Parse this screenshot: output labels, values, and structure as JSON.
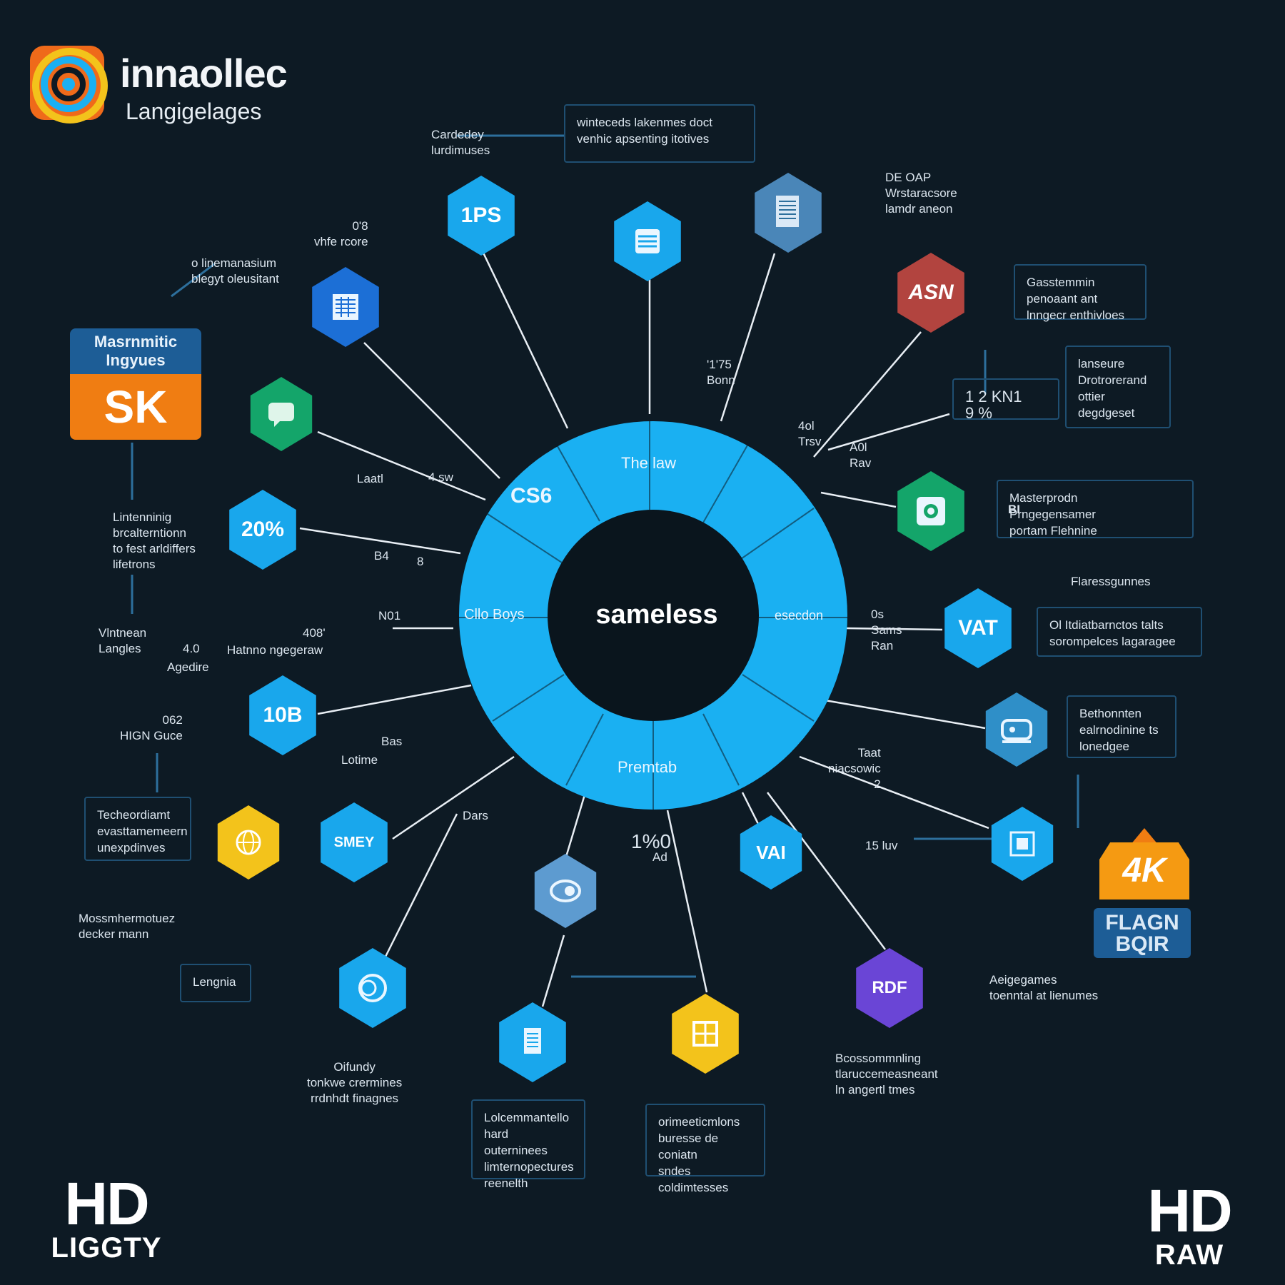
{
  "header": {
    "brand": "innaollec",
    "subtitle": "Langigelages"
  },
  "center": {
    "title": "sameless",
    "segments": [
      "CS6",
      "The law",
      "Cllo Boys",
      "esecdon",
      "Premtab"
    ]
  },
  "top_box": {
    "lead": "Cardedey\nlurdimuses",
    "text": "winteceds lakenmes doct\nvenhic apsenting itotives"
  },
  "nodes": {
    "ips": "1PS",
    "pct": "20%",
    "ten_b": "10B",
    "smeo": "SMEY",
    "vat": "VAT",
    "vai": "VAI",
    "asn": "ASN",
    "rdf": "RDF"
  },
  "labels": {
    "tl1": "0'8\nvhfe rcore",
    "tl2": "o linemanasium\nblegyt oleusitant",
    "l1": "Laatl",
    "l2": "4 sw",
    "l3": "B4",
    "l4": "8",
    "l5": "N01",
    "l6": "408'",
    "l7": "Hatnno ngegeraw",
    "l8": "Vlntnean\nLangles",
    "l9": "4.0",
    "l10": "Agedire",
    "l11": "062\nHIGN Guce",
    "l12": "Lotime",
    "l13": "Bas",
    "l14": "Dars",
    "l15": "1%0",
    "l16": "Ad",
    "l17": "'1'75\nBonn",
    "l18": "4ol\nTrsv",
    "l19": "A0l\nRav",
    "l20": "0s\nSams\nRan",
    "l21": "Taat\nniacsowic\n2",
    "l22": "15 luv",
    "l23": "DE OAP\nWrstaracsore\nlamdr aneon",
    "r_stats": "1  2  KN1\n9  %",
    "left_mid": "Lintenninig\nbrcalterntionn\nto fest arldiffers\nlifetrons",
    "left_tech": "Techeordiamt\nevasttamemeern\nunexpdinves",
    "left_mass": "Mossmhermotuez\ndecker mann",
    "left_lang": "Lengnia",
    "bottom_left": "Oifundy\ntonkwe crermines\nrrdnhdt finagnes",
    "bottom_mid1": "Lolcemmantello\nhard outerninees\nlimternopectures\nreenelth",
    "bottom_mid2": "orimeeticmlons\nburesse de coniatn\nsndes coldimtesses",
    "bottom_right": "Bcossommnling\ntlaruccemeasneant\nln angertl tmes",
    "right_aq": "Aeigegames\ntoenntal at lienumes",
    "right_beth": "Bethonnten\nealrnodinine ts\nlonedgee",
    "right_rec": "Flaressgunnes",
    "right_hue": "Ol Itdiatbarnctos talts\nsorompelces lagaragee",
    "right_master": "Masterprodn\nPrngegensamer\nportam Flehnine",
    "right_lan": "lanseure\nDrotrorerand\nottier\ndegdgeset",
    "right_gas": "Gasstemmin\npenoaant ant\nlnngecr enthivloes",
    "right_bi": "BI"
  },
  "badges": {
    "sk_top": "Masrnmitic\nIngyues",
    "sk_big": "SK",
    "k4": "4K",
    "flagn": "FLAGN\nBQIR"
  },
  "corners": {
    "hd_left_big": "HD",
    "hd_left_small": "LIGGTY",
    "hd_right_big": "HD",
    "hd_right_small": "RAW"
  },
  "colors": {
    "background": "#0d1a24",
    "ring": "#1ab0f2",
    "hex_blue": "#19a7ec",
    "hex_green": "#14a56a",
    "hex_red": "#b2443f",
    "hex_purple": "#6a45d6",
    "hex_yellow": "#f3c31b",
    "badge_orange": "#f07d12"
  },
  "icons": [
    "spiral-logo-icon",
    "database-icon",
    "document-icon",
    "grid-icon",
    "camera-icon",
    "chat-icon",
    "robot-icon",
    "network-icon",
    "flower-icon",
    "puzzle-icon",
    "globe-icon",
    "file-icon",
    "ring-icon"
  ]
}
